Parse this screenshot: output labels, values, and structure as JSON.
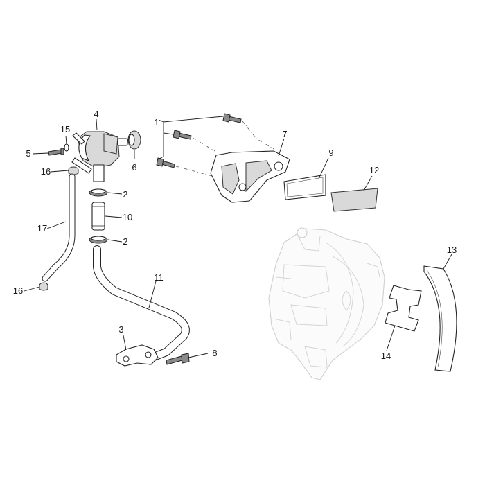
{
  "callouts": [
    {
      "id": "1",
      "label": "1"
    },
    {
      "id": "2a",
      "label": "2"
    },
    {
      "id": "2b",
      "label": "2"
    },
    {
      "id": "3",
      "label": "3"
    },
    {
      "id": "4",
      "label": "4"
    },
    {
      "id": "5",
      "label": "5"
    },
    {
      "id": "6",
      "label": "6"
    },
    {
      "id": "7",
      "label": "7"
    },
    {
      "id": "8",
      "label": "8"
    },
    {
      "id": "9",
      "label": "9"
    },
    {
      "id": "10",
      "label": "10"
    },
    {
      "id": "11",
      "label": "11"
    },
    {
      "id": "12",
      "label": "12"
    },
    {
      "id": "13",
      "label": "13"
    },
    {
      "id": "14",
      "label": "14"
    },
    {
      "id": "15",
      "label": "15"
    },
    {
      "id": "16a",
      "label": "16"
    },
    {
      "id": "16b",
      "label": "16"
    },
    {
      "id": "17",
      "label": "17"
    }
  ]
}
